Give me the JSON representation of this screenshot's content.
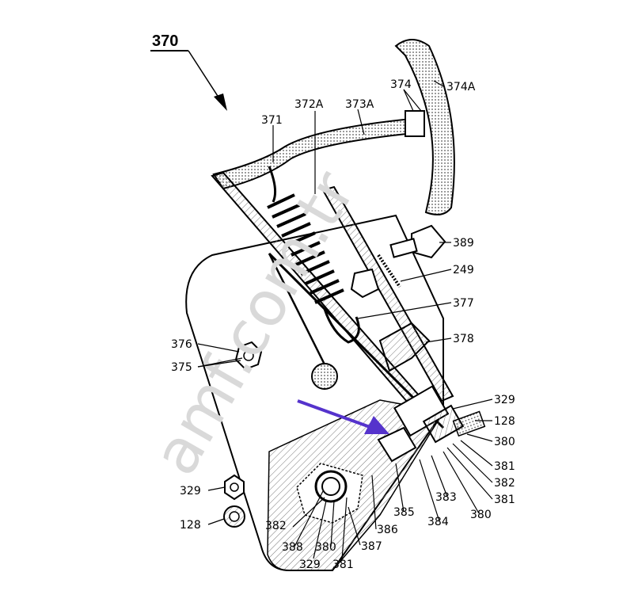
{
  "figure": {
    "number": "370",
    "watermark": "amf.com.tr"
  },
  "labels": {
    "l371": "371",
    "l372A": "372A",
    "l373A": "373A",
    "l374": "374",
    "l374A": "374A",
    "l389": "389",
    "l249": "249",
    "l377": "377",
    "l378": "378",
    "l376": "376",
    "l375": "375",
    "l329a": "329",
    "l128a": "128",
    "l380a": "380",
    "l381a": "381",
    "l382a": "382",
    "l381b": "381",
    "l380b": "380",
    "l383": "383",
    "l384": "384",
    "l385": "385",
    "l386": "386",
    "l387": "387",
    "l329b": "329",
    "l128b": "128",
    "l382b": "382",
    "l388": "388",
    "l380c": "380",
    "l329c": "329",
    "l381c": "381"
  },
  "colors": {
    "line": "#000000",
    "arrow": "#5533cc",
    "watermark": "#d9d9d9",
    "hatch": "#777777"
  }
}
